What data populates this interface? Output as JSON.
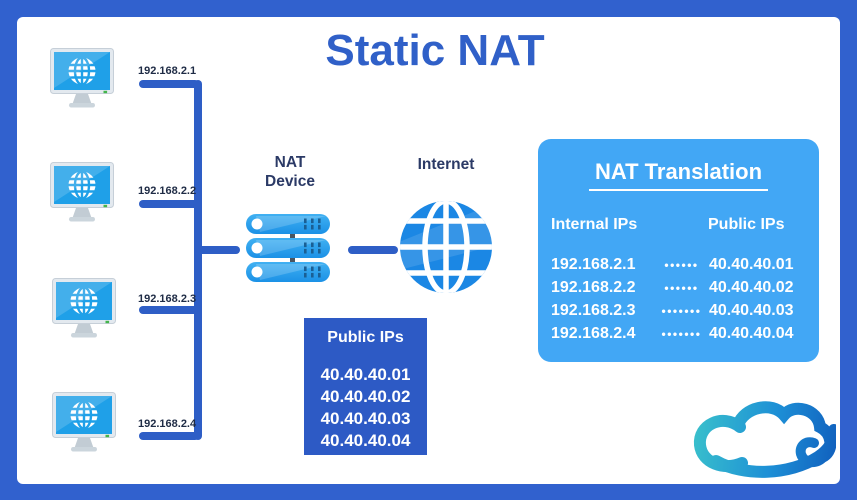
{
  "title": "Static NAT",
  "hosts": [
    {
      "ip": "192.168.2.1"
    },
    {
      "ip": "192.168.2.2"
    },
    {
      "ip": "192.168.2.3"
    },
    {
      "ip": "192.168.2.4"
    }
  ],
  "nat_device": {
    "label_line1": "NAT",
    "label_line2": "Device"
  },
  "internet": {
    "label": "Internet"
  },
  "public_ips_box": {
    "title": "Public IPs",
    "ips": [
      "40.40.40.01",
      "40.40.40.02",
      "40.40.40.03",
      "40.40.40.04"
    ]
  },
  "nat_translation": {
    "title": "NAT Translation",
    "col_internal": "Internal IPs",
    "col_public": "Public IPs",
    "rows": [
      {
        "internal": "192.168.2.1",
        "dots": "••••••",
        "public": "40.40.40.01"
      },
      {
        "internal": "192.168.2.2",
        "dots": "••••••",
        "public": "40.40.40.02"
      },
      {
        "internal": "192.168.2.3",
        "dots": "•••••••",
        "public": "40.40.40.03"
      },
      {
        "internal": "192.168.2.4",
        "dots": "•••••••",
        "public": "40.40.40.04"
      }
    ]
  },
  "icons": {
    "host": "computer-monitor-with-globe",
    "nat_device": "server-stack",
    "internet": "globe",
    "logo": "ribbon-cloud-logo"
  },
  "colors": {
    "frame_blue": "#3161CE",
    "title_blue": "#3060C8",
    "line_blue": "#2E5EC6",
    "translation_box_blue": "#42A7F5",
    "public_box_blue": "#2D5AC5",
    "label_navy": "#2B3A66",
    "screen_blue": "#1FA0E8",
    "globe_blue": "#1B87E4"
  }
}
